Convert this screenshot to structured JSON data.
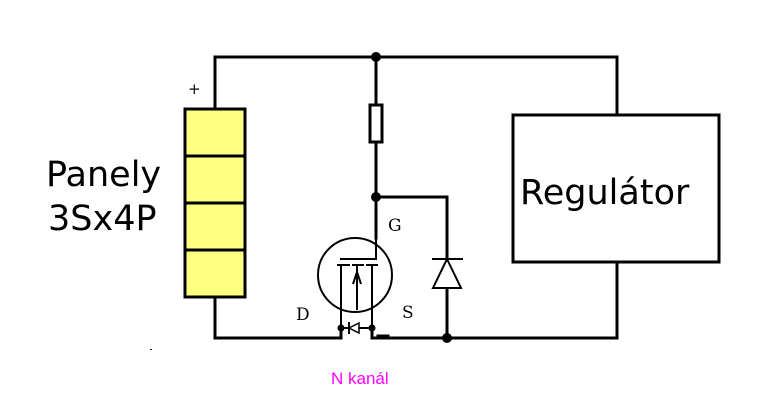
{
  "diagram": {
    "type": "circuit-schematic",
    "panel": {
      "label_line1": "Panely",
      "label_line2": "3Sx4P",
      "polarity_mark": "+",
      "cell_count": 4,
      "cell_color": "#ffff80"
    },
    "regulator": {
      "label": "Regulátor"
    },
    "mosfet": {
      "gate_label": "G",
      "drain_label": "D",
      "source_label": "S",
      "type_note": "N kanál",
      "note_color": "#ff00ff"
    },
    "components": [
      "solar-panel",
      "resistor",
      "n-channel-mosfet",
      "diode",
      "regulator"
    ]
  }
}
